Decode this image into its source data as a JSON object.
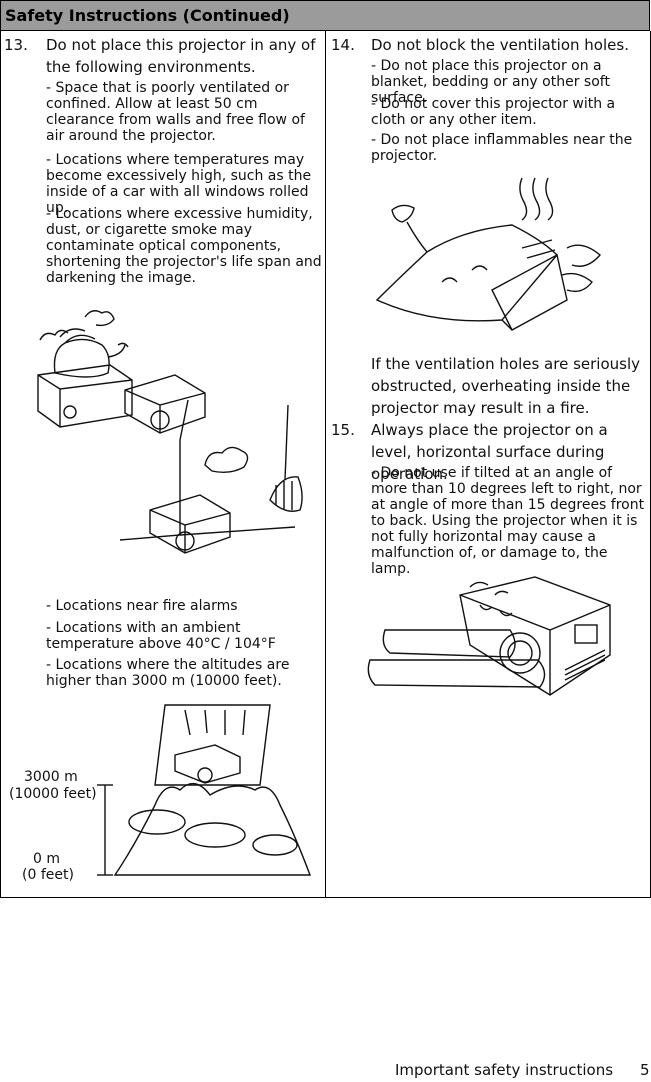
{
  "header": {
    "title": "Safety Instructions (Continued)"
  },
  "left": {
    "item13": {
      "number": "13.",
      "heading": "Do not place this projector in any of the following environments.",
      "bullets_top": [
        "- Space that is poorly ventilated or confined. Allow at least 50 cm clearance from walls and free flow of air around the projector.",
        "- Locations where temperatures may become excessively high, such as the inside of a car with all windows rolled up.",
        "- Locations where excessive humidity, dust, or cigarette smoke may contaminate optical components, shortening the projector's life span and darkening the image."
      ],
      "bullets_bottom": [
        "- Locations near fire alarms",
        "- Locations with an ambient temperature above 40°C / 104°F",
        "- Locations where the altitudes are higher than 3000 m (10000 feet)."
      ],
      "altitude_labels": {
        "top": "3000 m",
        "top_sub": "(10000 feet)",
        "bottom": "0 m",
        "bottom_sub": "(0 feet)"
      }
    }
  },
  "right": {
    "item14": {
      "number": "14.",
      "heading": "Do not block the ventilation holes.",
      "bullets": [
        "- Do not place this projector on a blanket, bedding or any other soft surface.",
        "- Do not cover this projector with a cloth or any other item.",
        "- Do not place inflammables near the projector."
      ],
      "note": "If the ventilation holes are seriously obstructed, overheating inside the projector may result in a fire."
    },
    "item15": {
      "number": "15.",
      "heading": "Always place the projector on a level, horizontal surface during operation.",
      "bullets": [
        "- Do not use if tilted at an angle of more than 10 degrees left to right, nor at angle of more than 15 degrees front to back. Using the projector when it is not fully horizontal may cause a malfunction of, or damage to, the lamp."
      ]
    }
  },
  "footer": {
    "section": "Important safety instructions",
    "page": "5"
  }
}
